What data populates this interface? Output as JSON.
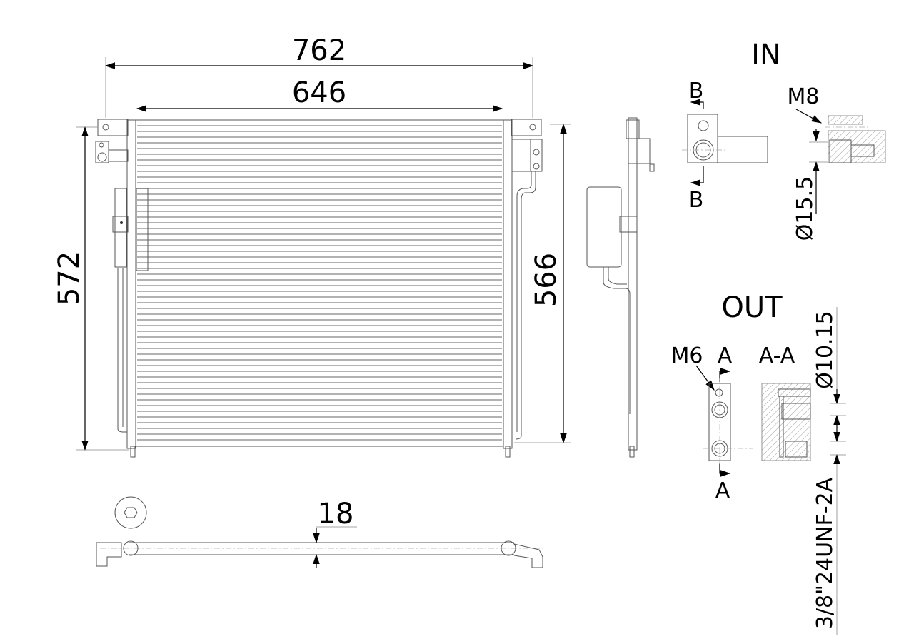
{
  "dimensions": {
    "overall_width": "762",
    "core_width": "646",
    "overall_height": "572",
    "core_height": "566",
    "depth": "18"
  },
  "inlet": {
    "title": "IN",
    "section_label_top": "B",
    "section_label_bottom": "B",
    "thread": "M8",
    "diameter": "Ø15.5"
  },
  "outlet": {
    "title": "OUT",
    "thread": "M6",
    "section_label_top": "A",
    "section_label_bottom": "A",
    "section_title": "A-A",
    "diameter": "Ø10.15",
    "thread_spec": "3/8\"24UNF-2A"
  },
  "colors": {
    "line": "#555555",
    "dimension": "#000000"
  }
}
